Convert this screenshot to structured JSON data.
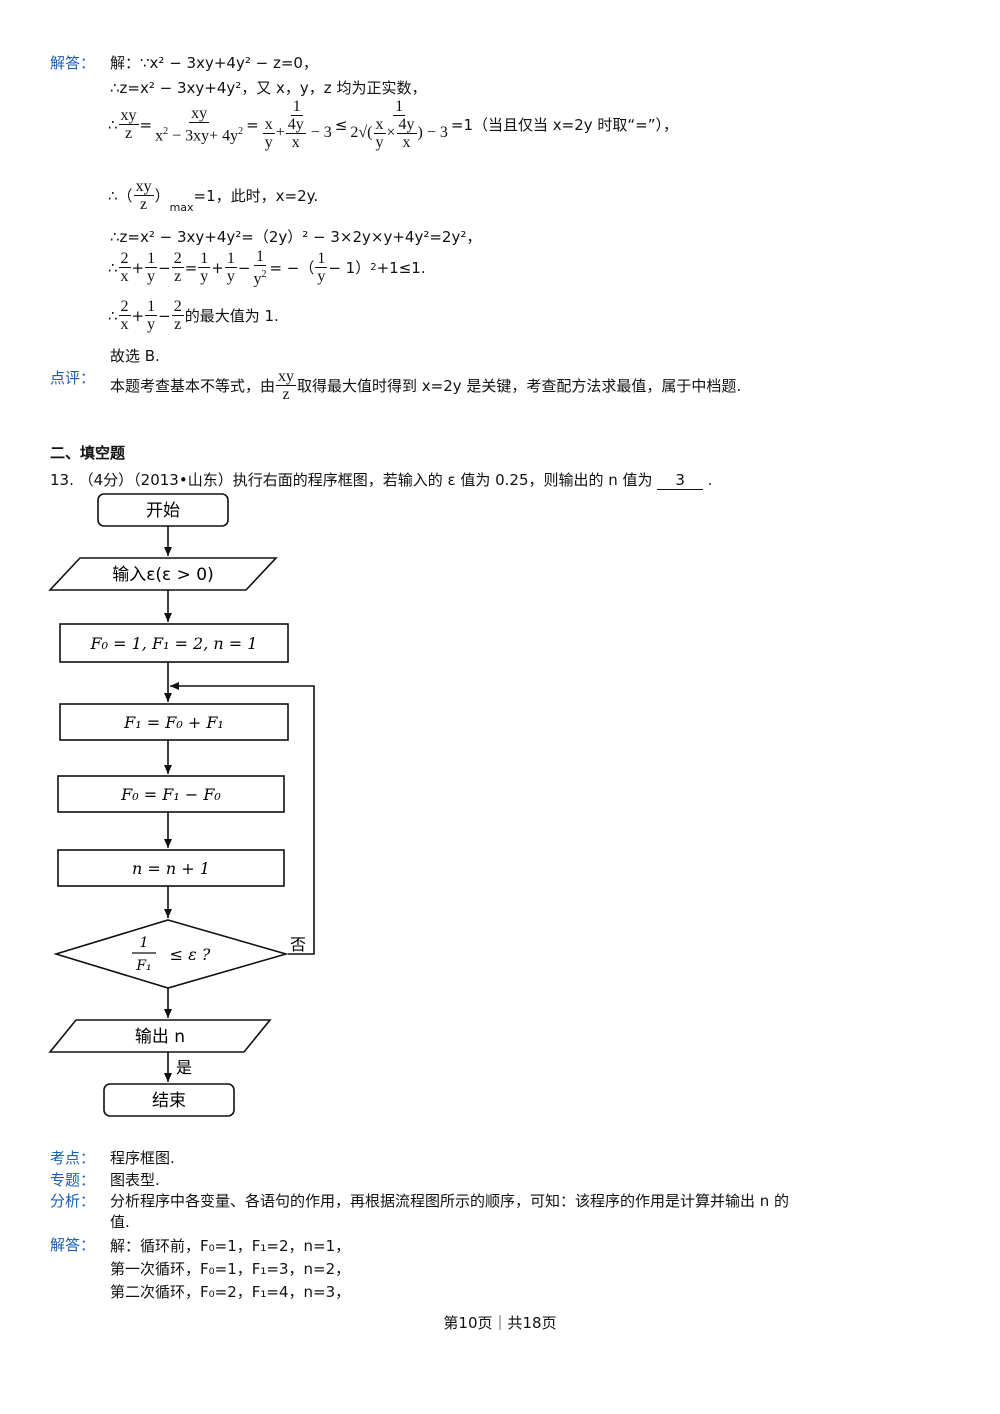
{
  "solution_prev": {
    "label_answer": "解答：",
    "line1": "解：∵x² − 3xy+4y² − z=0，",
    "line2": "∴z=x² − 3xy+4y²，又 x，y，z 均为正实数，",
    "line3_prefix": "∴",
    "line3_suffix": "=1（当且仅当 x=2y 时取“=”），",
    "line4": "=1，此时，x=2y.",
    "line4_prefix": "∴",
    "line4_sub": "max",
    "line5": "∴z=x² − 3xy+4y²=（2y）² − 3×2y×y+4y²=2y²，",
    "line6_prefix": "∴",
    "line6_suffix": "+1≤1.",
    "line7_prefix": "∴",
    "line7_suffix": "的最大值为 1.",
    "line8": "故选 B.",
    "label_comment": "点评：",
    "comment_prefix": "本题考查基本不等式，由",
    "comment_suffix": "取得最大值时得到 x=2y 是关键，考查配方法求最值，属于中档题."
  },
  "section": {
    "heading": "二、填空题"
  },
  "question13": {
    "text_prefix": "13.  （4分）（2013•山东）执行右面的程序框图，若输入的 ε 值为 0.25，则输出的 n 值为",
    "answer": "3",
    "text_suffix": "."
  },
  "flowchart": {
    "start": "开始",
    "input": "输入ε(ε > 0)",
    "init": "F₀ = 1, F₁ = 2, n = 1",
    "step1": "F₁ = F₀ + F₁",
    "step2": "F₀ = F₁ − F₀",
    "step3": "n = n + 1",
    "cond": "1/F₁ ≤ ε ?",
    "cond_num": "1",
    "cond_den": "F₁",
    "cond_rest": "≤ ε ?",
    "no": "否",
    "output": "输出 n",
    "yes": "是",
    "end": "结束"
  },
  "analysis": {
    "label_kaodian": "考点：",
    "kaodian": "程序框图.",
    "label_zhuanti": "专题：",
    "zhuanti": "图表型.",
    "label_fenxi": "分析：",
    "fenxi_line1": "分析程序中各变量、各语句的作用，再根据流程图所示的顺序，可知：该程序的作用是计算并输出 n 的",
    "fenxi_line2": "值.",
    "label_jieda": "解答：",
    "jieda_line1": "解：循环前，F₀=1，F₁=2，n=1，",
    "jieda_line2": "第一次循环，F₀=1，F₁=3，n=2，",
    "jieda_line3": "第二次循环，F₀=2，F₁=4，n=3，"
  },
  "footer": {
    "text": "第10页｜共18页"
  }
}
